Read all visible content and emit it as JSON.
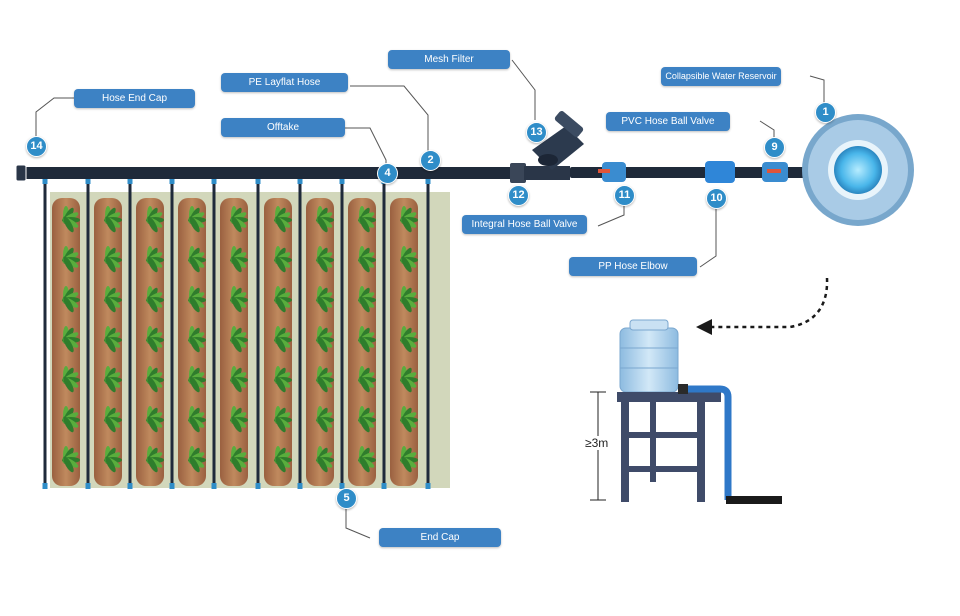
{
  "colors": {
    "label_bg": "#3d82c4",
    "badge_bg": "#2f8dc8",
    "pipe": "#1f2a3a",
    "soil": "#b07a52",
    "plant": "#3f9a3a",
    "water": "#6cc8f0",
    "tank": "#9fc6e6"
  },
  "labels": {
    "hose_end_cap": "Hose End Cap",
    "pe_layflat_hose": "PE Layflat Hose",
    "offtake": "Offtake",
    "mesh_filter": "Mesh Filter",
    "collapsible_water_reservoir": "Collapsible Water Reservoir",
    "pvc_hose_ball_valve": "PVC Hose Ball Valve",
    "integral_hose_ball_valve": "Integral Hose Ball Valve",
    "pp_hose_elbow": "PP Hose Elbow",
    "end_cap": "End Cap"
  },
  "badges": {
    "reservoir": "1",
    "layflat": "2",
    "offtake": "4",
    "end_cap": "5",
    "pvc_valve": "9",
    "elbow": "10",
    "integral_valve": "11",
    "connector": "12",
    "mesh_filter": "13",
    "hose_end_cap": "14"
  },
  "tower": {
    "height_label": "≥3m"
  },
  "icons": [
    "arrow-left-icon",
    "plant-icon",
    "water-tank-icon"
  ]
}
